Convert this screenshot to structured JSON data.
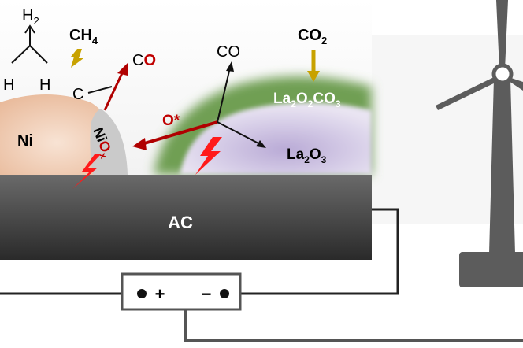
{
  "labels": {
    "h2": "H",
    "h2_sub": "2",
    "ch4": "CH",
    "ch4_sub": "4",
    "h_left": "H",
    "h_right": "H",
    "c": "C",
    "co_left_c": "C",
    "co_left_o": "O",
    "ni": "Ni",
    "niox_ni": "Ni",
    "niox_o": "O",
    "niox_x": "x",
    "co_mid": "CO",
    "o_star": "O*",
    "co2": "CO",
    "co2_sub": "2",
    "la2o2co3": [
      "La",
      "2",
      "O",
      "2",
      "CO",
      "3"
    ],
    "la2o3": [
      "La",
      "2",
      "O",
      "3"
    ],
    "ac": "AC",
    "plus": "+",
    "minus": "−"
  },
  "colors": {
    "ni_particle": "#f3d2bd",
    "niox_layer": "#c9c9c9",
    "green_shell": "#6a9f4c",
    "la2o3_core": "#cfc4e3",
    "support_dark": "#454545",
    "oxygen_red": "#c00000",
    "spark_red": "#ff1a1a",
    "arrow_gold": "#c8a200",
    "turbine_gray": "#5c5c5c"
  },
  "icons": [
    "spark-icon",
    "wind-turbine-icon",
    "power-supply-icon"
  ]
}
